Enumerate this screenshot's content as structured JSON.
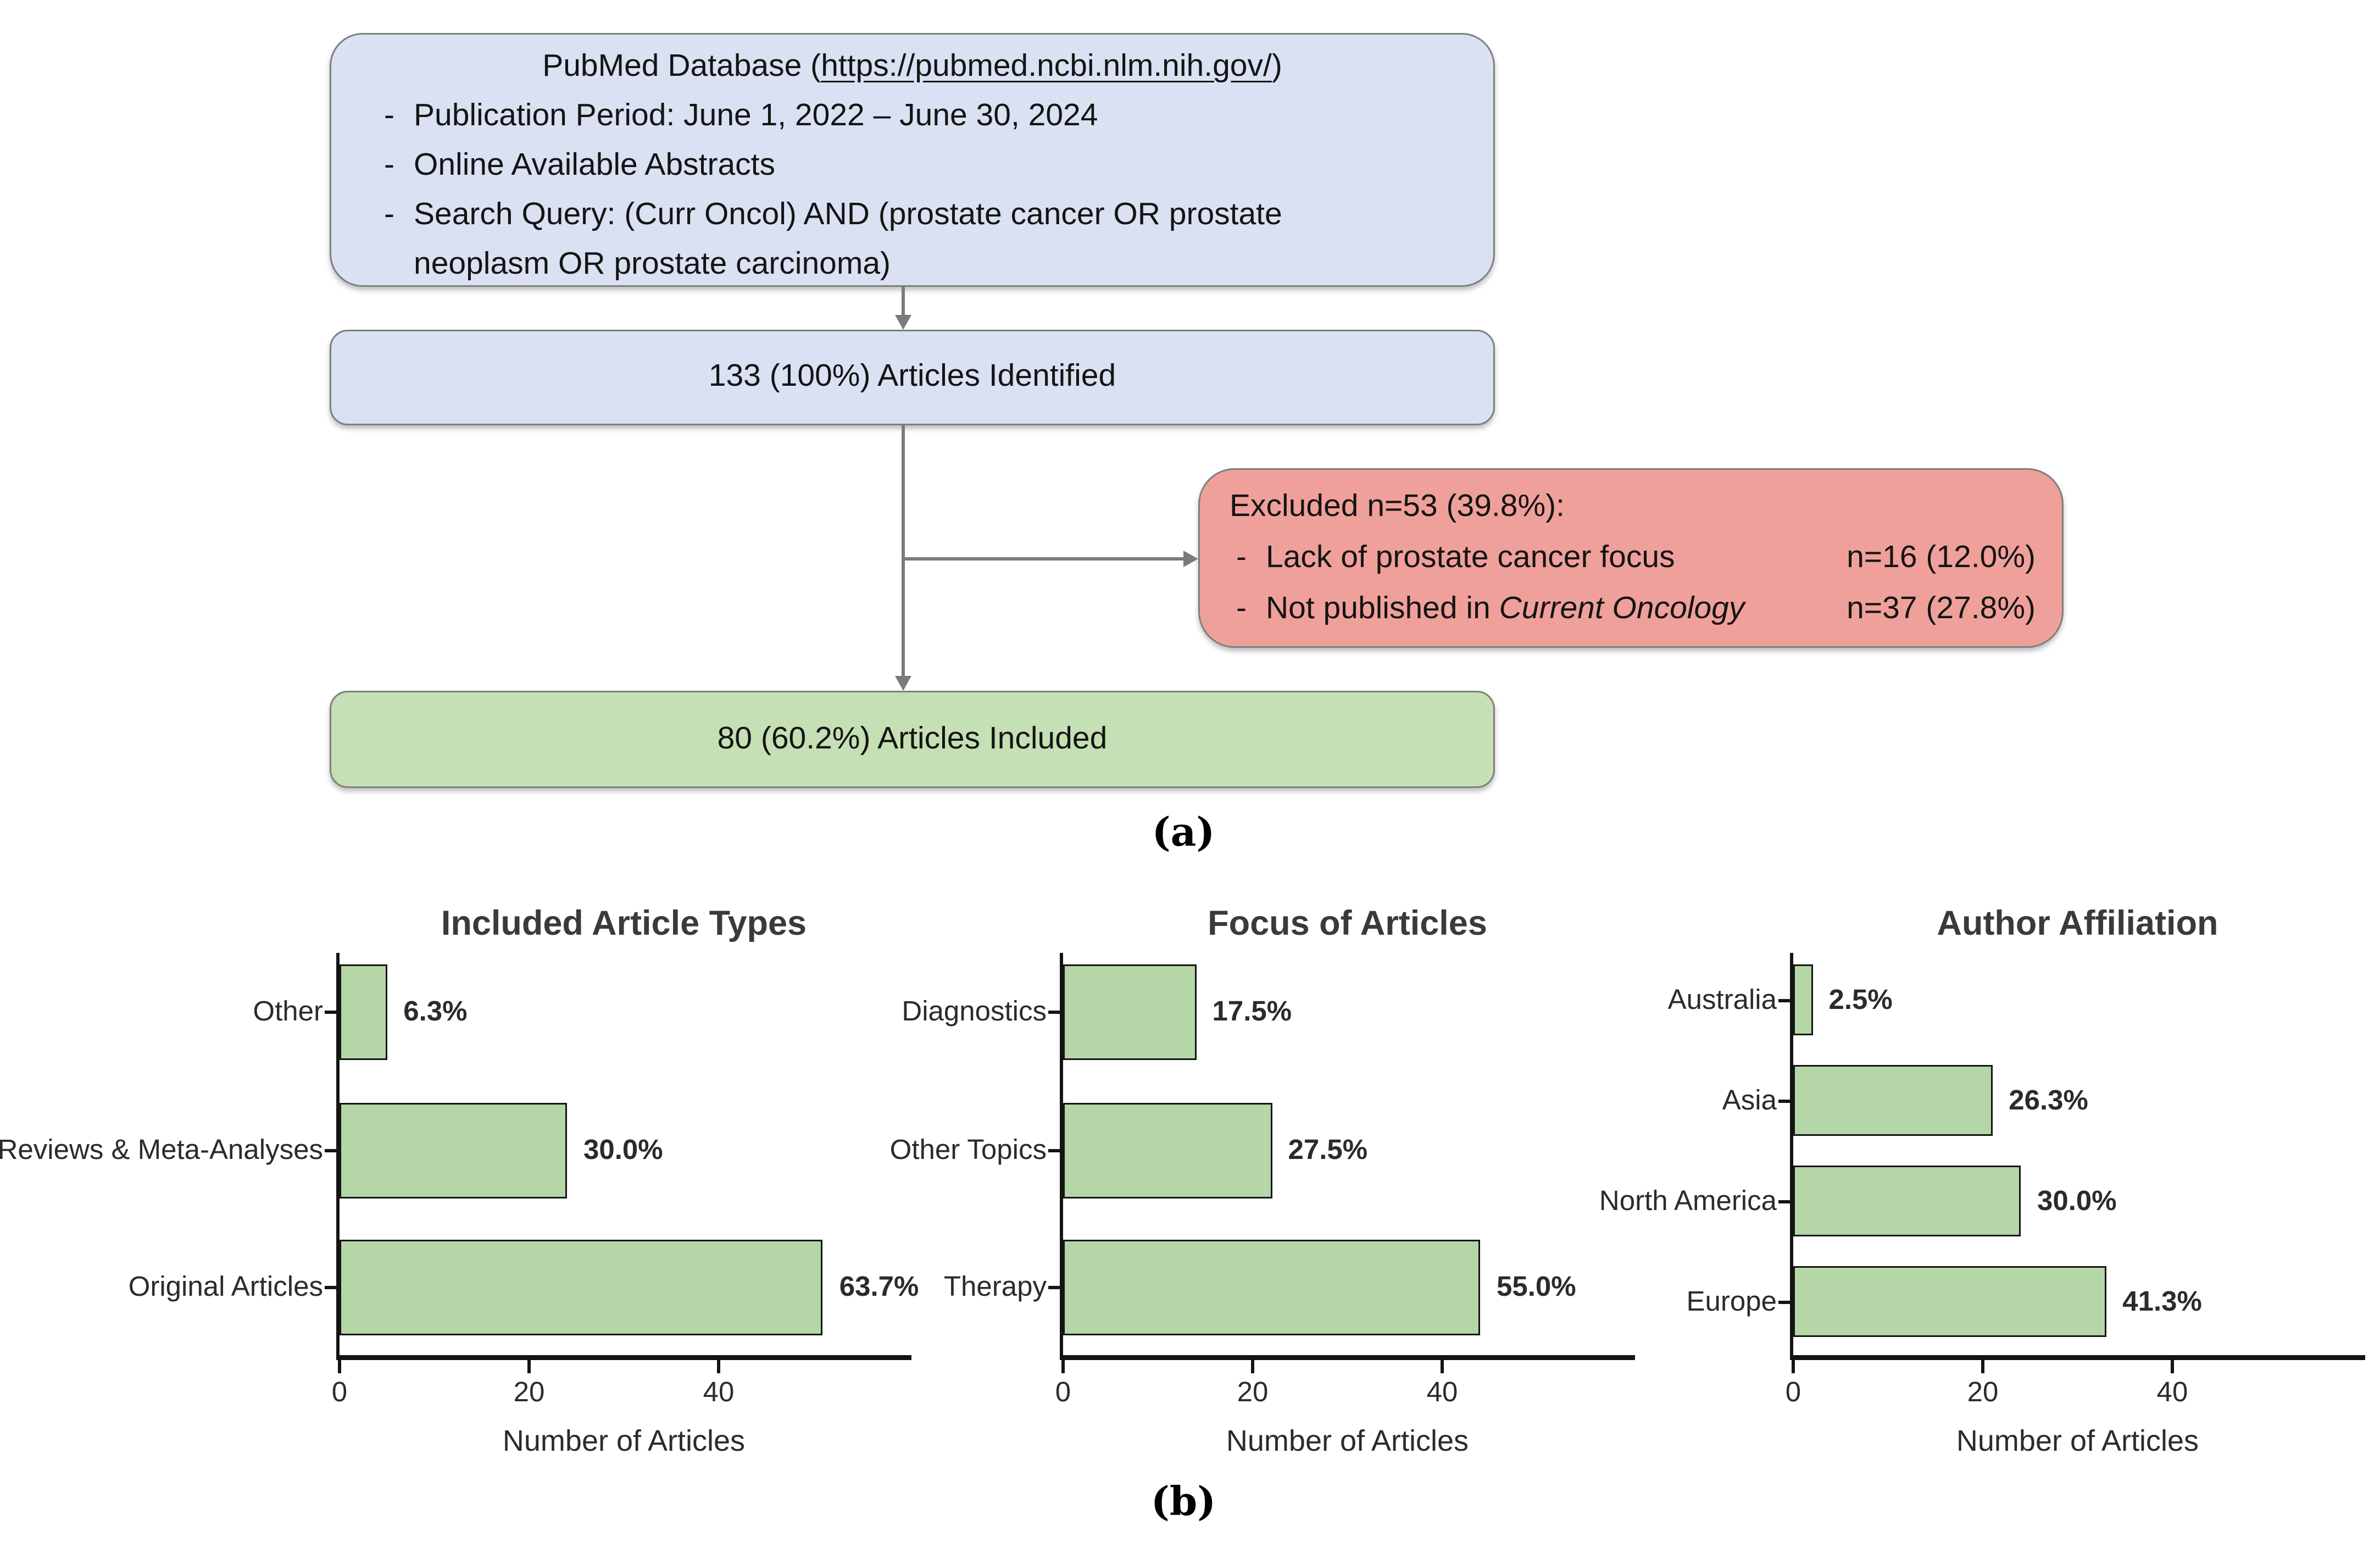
{
  "flowchart": {
    "source_box": {
      "title_prefix": "PubMed Database (",
      "title_url": "https://pubmed.ncbi.nlm.nih.gov/",
      "title_suffix": ")",
      "bullets": [
        "Publication Period: June 1, 2022 – June 30, 2024",
        "Online Available Abstracts",
        "Search Query: (Curr Oncol) AND (prostate cancer OR prostate neoplasm OR prostate carcinoma)"
      ]
    },
    "identified_box": {
      "label": "133 (100%) Articles Identified"
    },
    "excluded_box": {
      "title": "Excluded n=53 (39.8%):",
      "items": [
        {
          "text": "Lack of prostate cancer focus",
          "italic": "",
          "count": "n=16 (12.0%)"
        },
        {
          "text": "Not published in ",
          "italic": "Current Oncology",
          "count": "n=37 (27.8%)"
        }
      ]
    },
    "included_box": {
      "label": "80 (60.2%) Articles Included"
    },
    "panel_a_label": "(a)",
    "colors": {
      "source_fill": "#d9e1f2",
      "excluded_fill": "#f0a09a",
      "included_fill": "#c5e0b4",
      "box_border": "#7f7f7f",
      "arrow": "#7a7a7a"
    }
  },
  "panel_b_label": "(b)",
  "chart_data": [
    {
      "type": "bar",
      "orientation": "horizontal",
      "title": "Included Article Types",
      "categories": [
        "Other",
        "Reviews & Meta-Analyses",
        "Original Articles"
      ],
      "values": [
        5,
        24,
        51
      ],
      "value_labels": [
        "6.3%",
        "30.0%",
        "63.7%"
      ],
      "xlabel": "Number of Articles",
      "xticks": [
        0,
        20,
        40
      ],
      "xlim": [
        0,
        60
      ],
      "grid": false,
      "bar_color": "#b5d6a6",
      "bar_border": "#141414"
    },
    {
      "type": "bar",
      "orientation": "horizontal",
      "title": "Focus of Articles",
      "categories": [
        "Diagnostics",
        "Other Topics",
        "Therapy"
      ],
      "values": [
        14,
        22,
        44
      ],
      "value_labels": [
        "17.5%",
        "27.5%",
        "55.0%"
      ],
      "xlabel": "Number of Articles",
      "xticks": [
        0,
        20,
        40
      ],
      "xlim": [
        0,
        60
      ],
      "grid": false,
      "bar_color": "#b5d6a6",
      "bar_border": "#141414"
    },
    {
      "type": "bar",
      "orientation": "horizontal",
      "title": "Author Affiliation",
      "categories": [
        "Australia",
        "Asia",
        "North America",
        "Europe"
      ],
      "values": [
        2,
        21,
        24,
        33
      ],
      "value_labels": [
        "2.5%",
        "26.3%",
        "30.0%",
        "41.3%"
      ],
      "xlabel": "Number of Articles",
      "xticks": [
        0,
        20,
        40
      ],
      "xlim": [
        0,
        60
      ],
      "grid": false,
      "bar_color": "#b5d6a6",
      "bar_border": "#141414"
    }
  ]
}
